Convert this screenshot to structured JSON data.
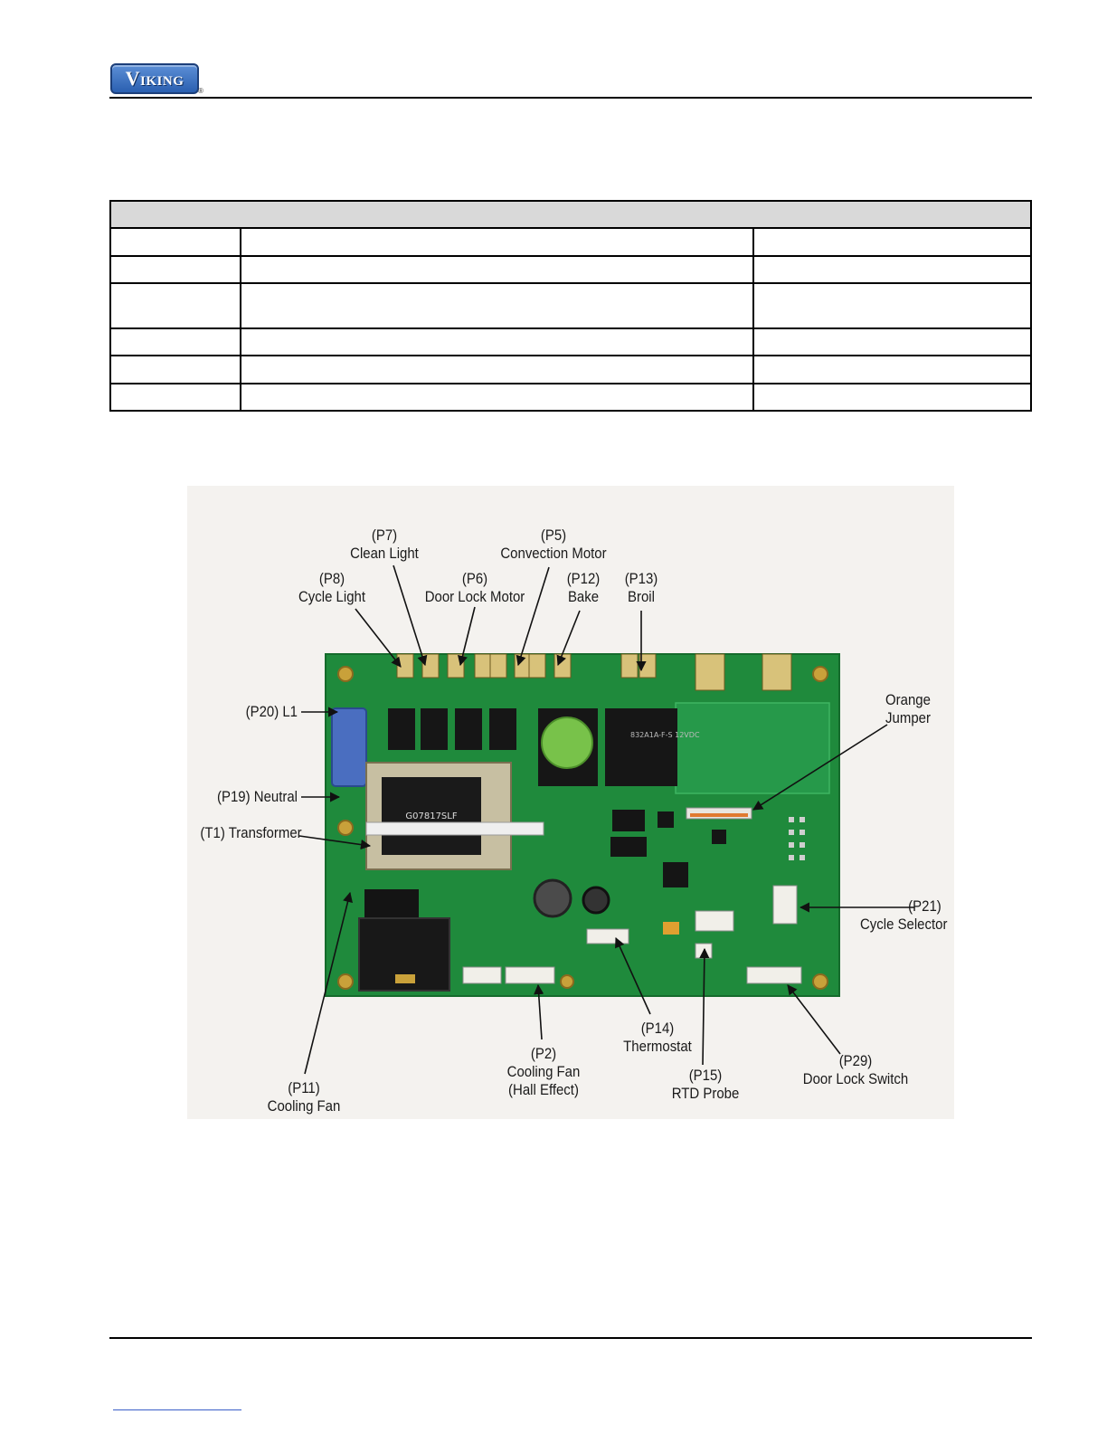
{
  "header": {
    "logo_text": "Viking",
    "logo_mark": "®"
  },
  "spec_table": {
    "rows": [
      [
        "",
        "",
        ""
      ],
      [
        "",
        "",
        ""
      ],
      [
        "",
        "",
        ""
      ],
      [
        "",
        "",
        ""
      ],
      [
        "",
        "",
        ""
      ],
      [
        "",
        "",
        ""
      ]
    ]
  },
  "board_photo": {
    "chips": {
      "transformer_part": "G07817SLF",
      "relay_marking": "832A1A-F-S 12VDC"
    },
    "labels": {
      "p7_code": "(P7)",
      "p7_name": "Clean Light",
      "p5_code": "(P5)",
      "p5_name": "Convection Motor",
      "p8_code": "(P8)",
      "p8_name": "Cycle Light",
      "p6_code": "(P6)",
      "p6_name": "Door Lock Motor",
      "p12_code": "(P12)",
      "p12_name": "Bake",
      "p13_code": "(P13)",
      "p13_name": "Broil",
      "p20": "(P20) L1",
      "orange_jumper_1": "Orange",
      "orange_jumper_2": "Jumper",
      "p19": "(P19) Neutral",
      "t1": "(T1) Transformer",
      "p21_code": "(P21)",
      "p21_name": "Cycle Selector",
      "p14_code": "(P14)",
      "p14_name": "Thermostat",
      "p2_code": "(P2)",
      "p2_name_1": "Cooling Fan",
      "p2_name_2": "(Hall Effect)",
      "p15_code": "(P15)",
      "p15_name": "RTD Probe",
      "p29_code": "(P29)",
      "p29_name": "Door Lock Switch",
      "p11_code": "(P11)",
      "p11_name": "Cooling Fan"
    }
  }
}
